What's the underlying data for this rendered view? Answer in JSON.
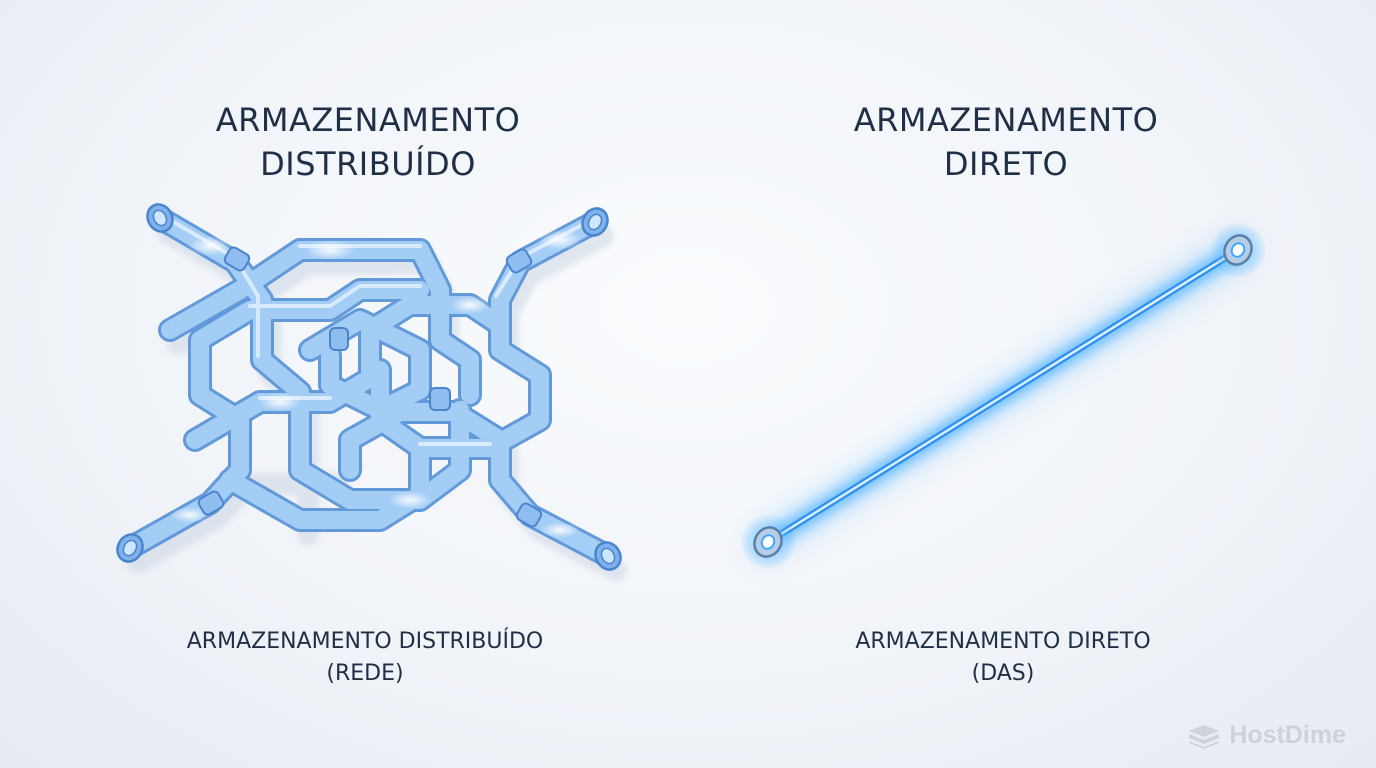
{
  "left": {
    "title_line1": "ARMAZENAMENTO",
    "title_line2": "DISTRIBUÍDO",
    "caption_line1": "ARMAZENAMENTO DISTRIBUÍDO",
    "caption_line2": "(REDE)"
  },
  "right": {
    "title_line1": "ARMAZENAMENTO",
    "title_line2": "DIRETO",
    "caption_line1": "ARMAZENAMENTO DIRETO",
    "caption_line2": "(DAS)"
  },
  "brand": {
    "name": "HostDime",
    "icon": "server-stack-icon"
  },
  "colors": {
    "text": "#1f2f45",
    "pipe": "#9cc8f5",
    "pipe_edge": "#5b95d8",
    "laser": "#3aa8ff",
    "watermark": "#b7bdc6"
  }
}
